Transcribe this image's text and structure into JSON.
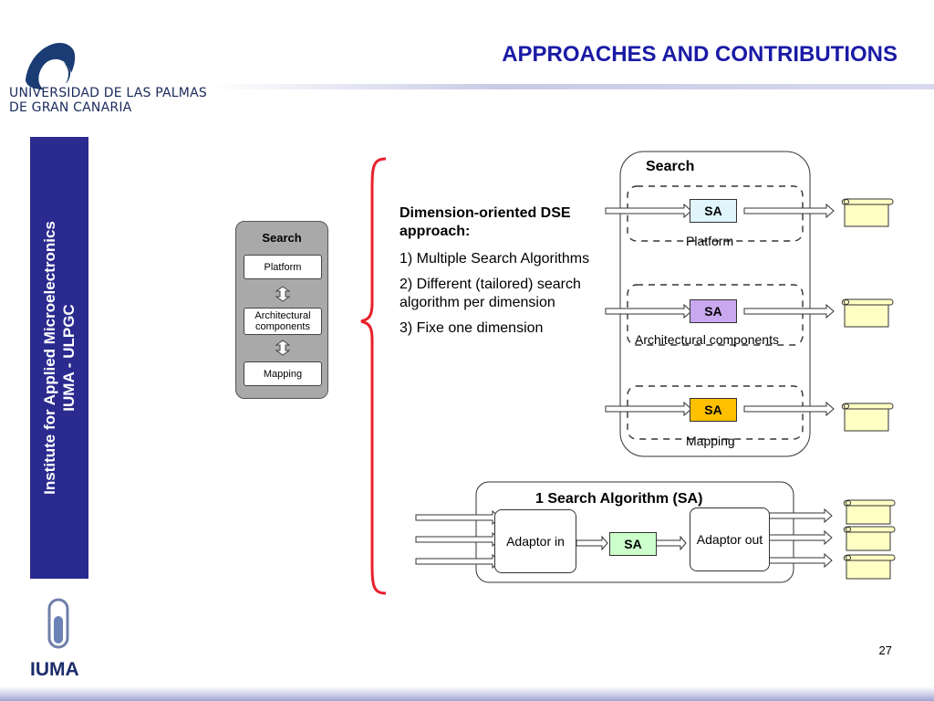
{
  "header": {
    "university_line1": "UNIVERSIDAD DE LAS PALMAS",
    "university_line2": "DE GRAN CANARIA",
    "title": "APPROACHES AND CONTRIBUTIONS"
  },
  "sidebar": {
    "line1": "Institute for Applied Microelectronics",
    "line2": "IUMA - ULPGC"
  },
  "footer": {
    "logo_text": "IUMA",
    "page_number": "27"
  },
  "stack": {
    "title": "Search",
    "items": [
      "Platform",
      "Architectural components",
      "Mapping"
    ]
  },
  "text": {
    "heading": "Dimension-oriented DSE approach:",
    "items": [
      "1) Multiple Search Algorithms",
      "2) Different (tailored) search algorithm per dimension",
      "3) Fixe one dimension"
    ]
  },
  "search_diagram": {
    "title": "Search",
    "dimensions": [
      {
        "sa_label": "SA",
        "label": "Platform",
        "color": "#dff4fb"
      },
      {
        "sa_label": "SA",
        "label": "Architectural components",
        "color": "#c9a8f0"
      },
      {
        "sa_label": "SA",
        "label": "Mapping",
        "color": "#ffc000"
      }
    ]
  },
  "algorithm_diagram": {
    "title": "1 Search Algorithm (SA)",
    "adaptor_in": "Adaptor in",
    "sa_label": "SA",
    "sa_color": "#ccffcc",
    "adaptor_out": "Adaptor out"
  },
  "colors": {
    "title": "#1a1aa6",
    "side_band": "#2a2a8f",
    "scroll": "#ffffc4",
    "brace": "#e8202a"
  }
}
